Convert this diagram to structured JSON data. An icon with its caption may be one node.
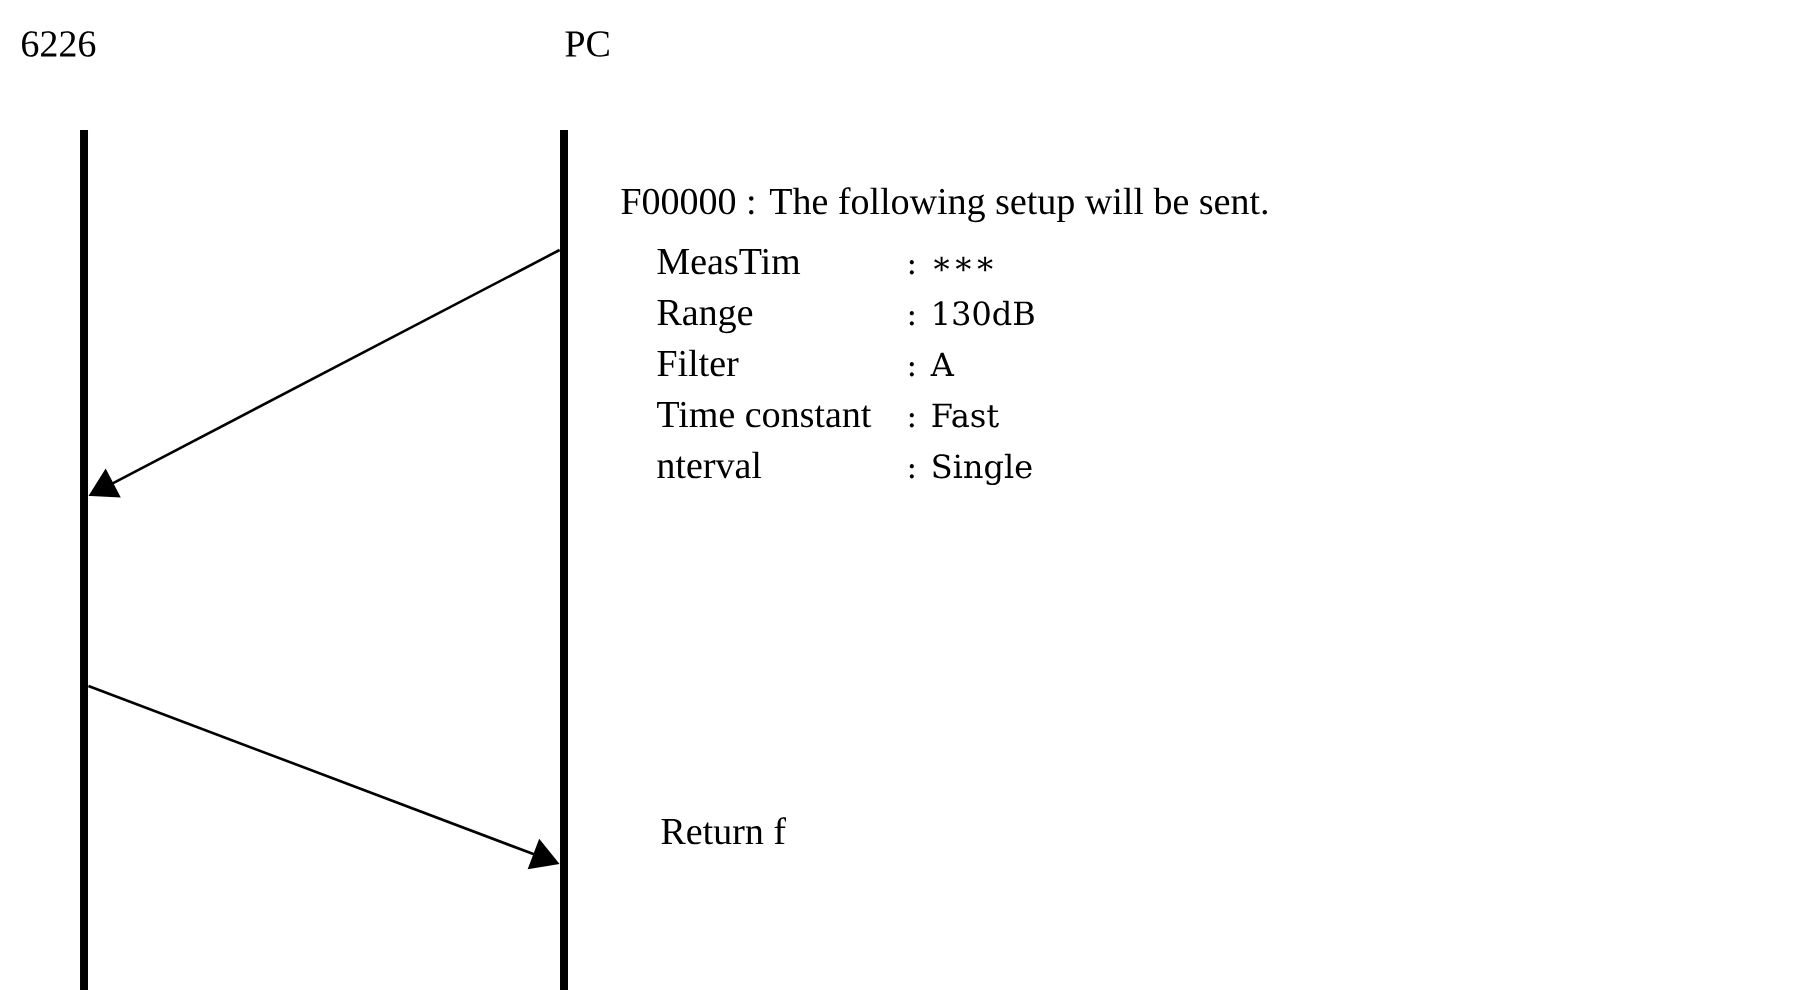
{
  "diagram": {
    "nodes": [
      {
        "text": [
          "6226"
        ]
      },
      {
        "text": [
          "PC"
        ]
      }
    ],
    "edges": [
      {
        "from": 1,
        "to": 0,
        "arrow": "to"
      },
      {
        "from": 0,
        "to": 1,
        "arrow": "to"
      }
    ],
    "labels": [
      "F00000 : The following setup will be sent.",
      "MeasTim",
      ": ∗∗∗",
      "Range",
      ": 130dB",
      "Filter",
      ": A",
      "Time constant",
      ": Fast",
      "nterval",
      ": Single",
      "Return f"
    ]
  }
}
